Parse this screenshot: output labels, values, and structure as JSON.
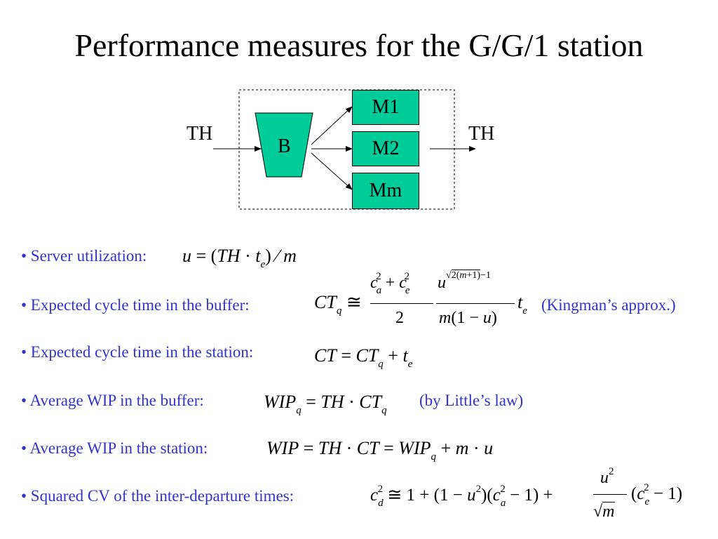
{
  "slide": {
    "title": "Performance measures for the G/G/1 station"
  },
  "diagram": {
    "th_in": "TH",
    "th_out": "TH",
    "buffer_label": "B",
    "machines": [
      "M1",
      "M2",
      "Mm"
    ],
    "colors": {
      "machine_fill": "#00cc99",
      "bullet_text": "#3333cc"
    }
  },
  "bullets": [
    {
      "label": "• Server utilization:"
    },
    {
      "label": "• Expected cycle time in the buffer:",
      "note": "(Kingman’s approx.)"
    },
    {
      "label": "• Expected cycle time in the station:"
    },
    {
      "label": "• Average WIP in the buffer:",
      "note": "(by Little’s law)"
    },
    {
      "label": "• Average WIP in the station:"
    },
    {
      "label": "• Squared CV of the inter-departure times:"
    }
  ]
}
